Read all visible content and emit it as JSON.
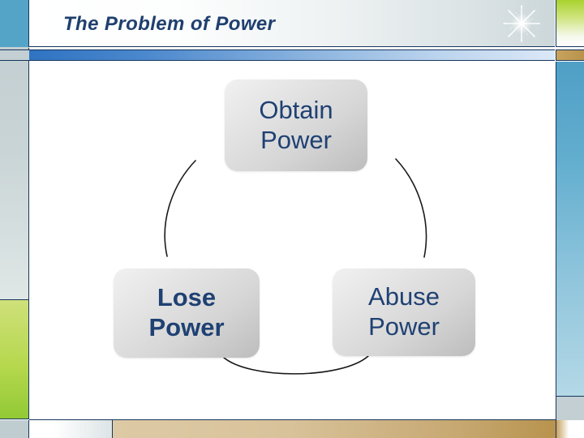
{
  "slide": {
    "title": "The Problem of Power",
    "title_color": "#1f3f6e",
    "background_color": "#ffffff"
  },
  "decoration": {
    "left_blue_block_color": "#54a4c8",
    "left_gray_strip_color": "#c9d4d6",
    "left_green_block_color": "#a8d22e",
    "right_green_block_color": "#a8d22e",
    "right_blue_strip_color": "#63aecf",
    "accent_bar_color": "#2f73c2",
    "accent_bar_tan_color": "#b8934d",
    "bottom_tan_bar_color": "#c6a871",
    "border_color": "#17365d",
    "sparkle_icon": "starburst-sparkle-icon"
  },
  "diagram": {
    "type": "cycle",
    "arc_color": "#1a1a1a",
    "node_text_color": "#1f4173",
    "node_fill_top": "#f1f1f1",
    "node_fill_bottom": "#bdbdbd",
    "nodes": [
      {
        "id": "obtain",
        "line1": "Obtain",
        "line2": "Power",
        "bold": false
      },
      {
        "id": "abuse",
        "line1": "Abuse",
        "line2": "Power",
        "bold": false
      },
      {
        "id": "lose",
        "line1": "Lose",
        "line2": "Power",
        "bold": true
      }
    ],
    "arcs": [
      {
        "from": "obtain",
        "to": "abuse"
      },
      {
        "from": "abuse",
        "to": "lose"
      },
      {
        "from": "lose",
        "to": "obtain"
      }
    ]
  }
}
